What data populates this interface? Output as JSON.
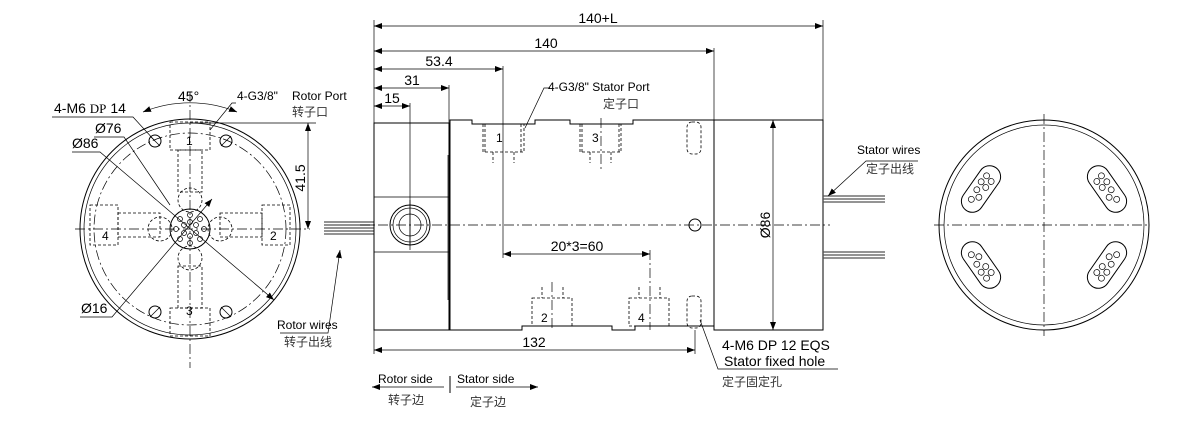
{
  "drawing": {
    "title": "Through-bore hydraulic/pneumatic rotary union slip ring — dimension drawing",
    "left_view": {
      "angle_label": "45°",
      "mount_holes_label": "4-M6",
      "mount_holes_depth": "DP",
      "mount_holes_depth_value": "14",
      "pcd_label": "Ø76",
      "od_label": "Ø86",
      "bore_label": "Ø16",
      "rotor_port_label": "4-G3/8\"",
      "rotor_port_name": "Rotor Port",
      "rotor_port_cn": "转子口",
      "offset_dim": "41.5",
      "port_numbers": [
        "1",
        "2",
        "3",
        "4"
      ],
      "rotor_wires_label": "Rotor wires",
      "rotor_wires_cn": "转子出线"
    },
    "side_view": {
      "dim_total": "140+L",
      "dim_body": "140",
      "dim_port1": "53.4",
      "dim_flange": "31",
      "dim_rotor_port": "15",
      "dim_pitch": "20*3=60",
      "dim_bottom": "132",
      "dim_diameter": "Ø86",
      "stator_port_label": "4-G3/8\" Stator Port",
      "stator_port_cn": "定子口",
      "port_numbers_top": [
        "1",
        "3"
      ],
      "port_numbers_bottom": [
        "2",
        "4"
      ],
      "stator_wires_label": "Stator wires",
      "stator_wires_cn": "定子出线",
      "fixed_hole_spec": "4-M6 DP 12 EQS",
      "fixed_hole_label": "Stator fixed hole",
      "fixed_hole_cn": "定子固定孔"
    },
    "legend": {
      "rotor_side": "Rotor side",
      "rotor_side_cn": "转子边",
      "stator_side": "Stator side",
      "stator_side_cn": "定子边"
    }
  }
}
